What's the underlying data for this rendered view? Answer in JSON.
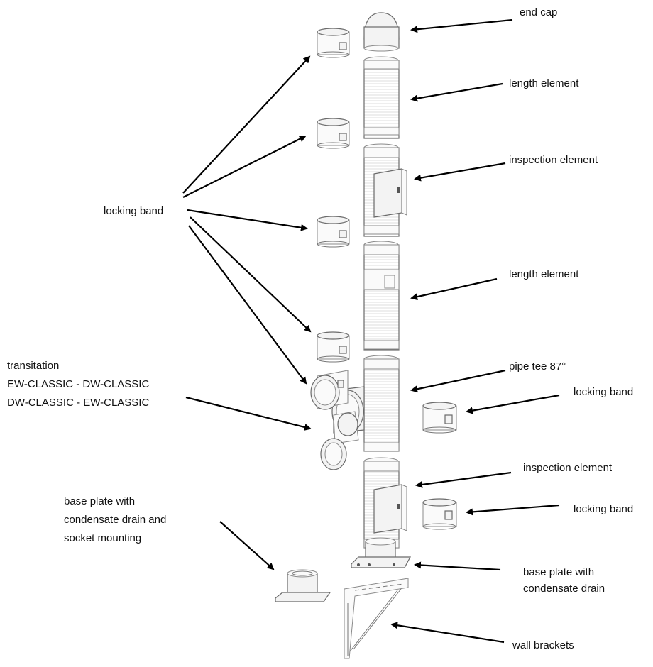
{
  "labels": {
    "end_cap": "end cap",
    "length_element_1": "length element",
    "inspection_element_1": "inspection element",
    "locking_band_group": "locking band",
    "length_element_2": "length element",
    "transition_line1": "transitation",
    "transition_line2": "EW-CLASSIC - DW-CLASSIC",
    "transition_line3": "DW-CLASSIC - EW-CLASSIC",
    "pipe_tee": "pipe tee 87°",
    "locking_band_right_1": "locking band",
    "inspection_element_2": "inspection element",
    "locking_band_right_2": "locking band",
    "base_plate_socket_line1": "base plate with",
    "base_plate_socket_line2": "condensate drain and",
    "base_plate_socket_line3": "socket mounting",
    "base_plate_line1": "base plate with",
    "base_plate_line2": "condensate drain",
    "wall_brackets": "wall brackets"
  },
  "colors": {
    "arrow": "#000000",
    "part_outline": "#6a6a6a",
    "part_fill": "#f3f3f3",
    "text": "#111111"
  }
}
